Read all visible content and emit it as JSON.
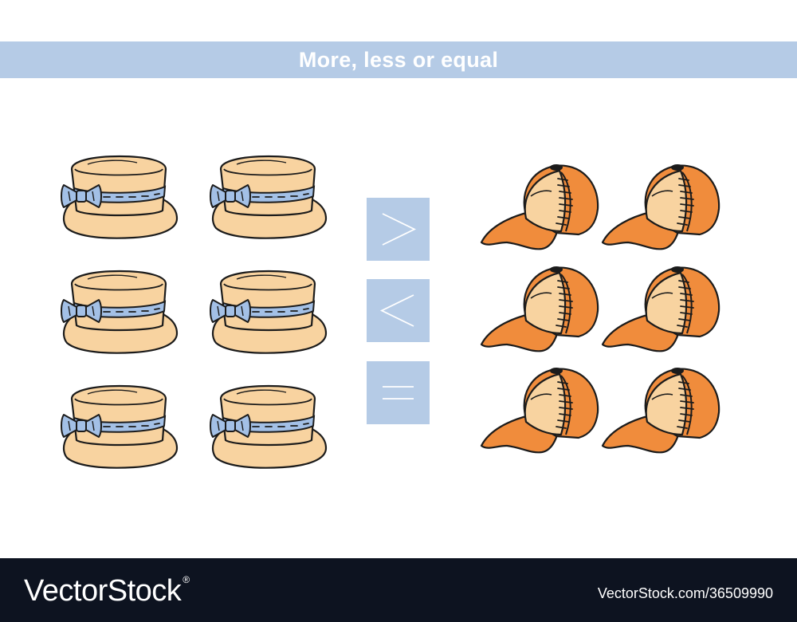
{
  "header": {
    "title": "More, less or equal"
  },
  "group_left": {
    "item": "bucket-hat",
    "count": 6,
    "colors": {
      "hat": "#f8d3a0",
      "ribbon": "#a3c0e6",
      "outline": "#1b1b1b"
    }
  },
  "group_right": {
    "item": "baseball-cap",
    "count": 6,
    "colors": {
      "cap": "#f08c3c",
      "front_panel": "#f8d3a0",
      "outline": "#1b1b1b"
    }
  },
  "comparison": {
    "options": [
      ">",
      "<",
      "="
    ],
    "box_color": "#b5cbe6"
  },
  "footer": {
    "brand": "VectorStock",
    "trademark": "®",
    "image_id": "VectorStock.com/36509990"
  }
}
